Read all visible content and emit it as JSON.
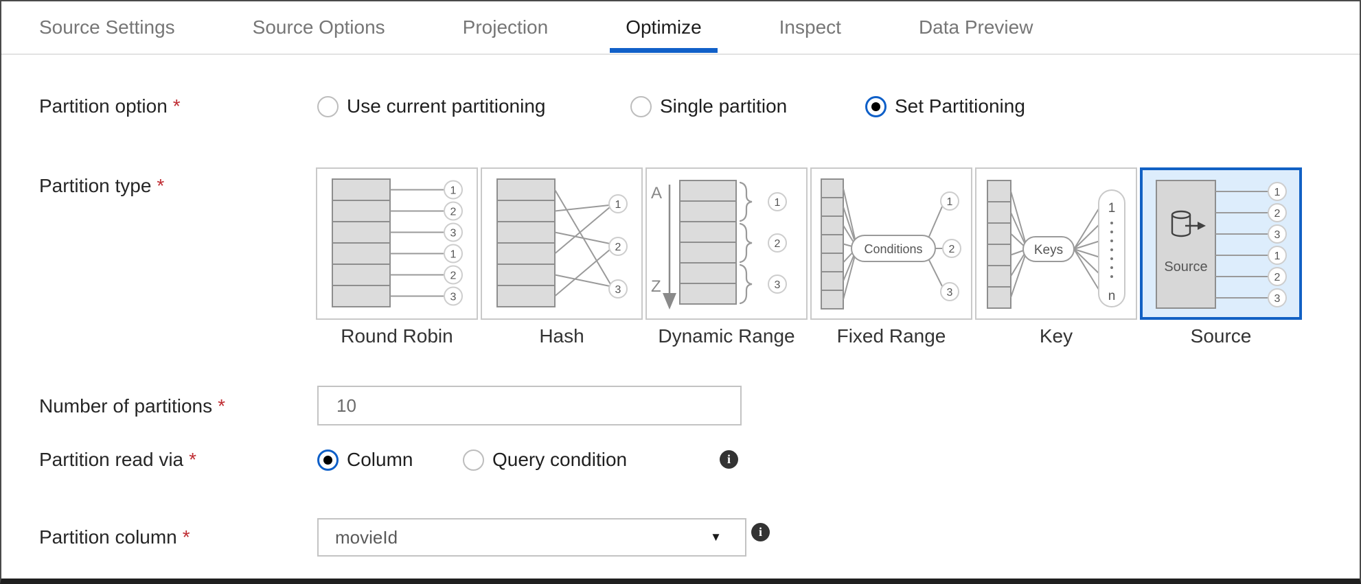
{
  "tabs": {
    "items": [
      {
        "label": "Source Settings",
        "active": false
      },
      {
        "label": "Source Options",
        "active": false
      },
      {
        "label": "Projection",
        "active": false
      },
      {
        "label": "Optimize",
        "active": true
      },
      {
        "label": "Inspect",
        "active": false
      },
      {
        "label": "Data Preview",
        "active": false
      }
    ]
  },
  "icons": {
    "info": "i",
    "caret": "▼"
  },
  "colors": {
    "accent_blue": "#1261c4",
    "selected_card_bg": "#ddedfc",
    "tab_underline": "#1160c8",
    "required_red": "#bf2c32"
  },
  "form": {
    "partition_option": {
      "label": "Partition option",
      "required": "*",
      "options": [
        {
          "label": "Use current partitioning",
          "selected": false
        },
        {
          "label": "Single partition",
          "selected": false
        },
        {
          "label": "Set Partitioning",
          "selected": true
        }
      ]
    },
    "partition_type": {
      "label": "Partition type",
      "required": "*",
      "cards": [
        {
          "label": "Round Robin",
          "selected": false
        },
        {
          "label": "Hash",
          "selected": false
        },
        {
          "label": "Dynamic Range",
          "selected": false
        },
        {
          "label": "Fixed Range",
          "selected": false
        },
        {
          "label": "Key",
          "selected": false
        },
        {
          "label": "Source",
          "selected": true
        }
      ],
      "diagrams": {
        "round_robin": {
          "numbers": [
            "1",
            "2",
            "3",
            "1",
            "2",
            "3"
          ]
        },
        "hash": {
          "numbers": [
            "1",
            "2",
            "3"
          ]
        },
        "dynamic_range": {
          "range_start": "A",
          "range_end": "Z",
          "numbers": [
            "1",
            "2",
            "3"
          ]
        },
        "fixed_range": {
          "pill": "Conditions",
          "numbers": [
            "1",
            "2",
            "3"
          ]
        },
        "key": {
          "pill": "Keys",
          "sequence_start": "1",
          "sequence_end": "n"
        },
        "source": {
          "box_label": "Source",
          "numbers": [
            "1",
            "2",
            "3",
            "1",
            "2",
            "3"
          ]
        }
      }
    },
    "number_of_partitions": {
      "label": "Number of partitions",
      "required": "*",
      "value": "10"
    },
    "partition_read_via": {
      "label": "Partition read via",
      "required": "*",
      "options": [
        {
          "label": "Column",
          "selected": true
        },
        {
          "label": "Query condition",
          "selected": false
        }
      ]
    },
    "partition_column": {
      "label": "Partition column",
      "required": "*",
      "value": "movieId"
    }
  }
}
